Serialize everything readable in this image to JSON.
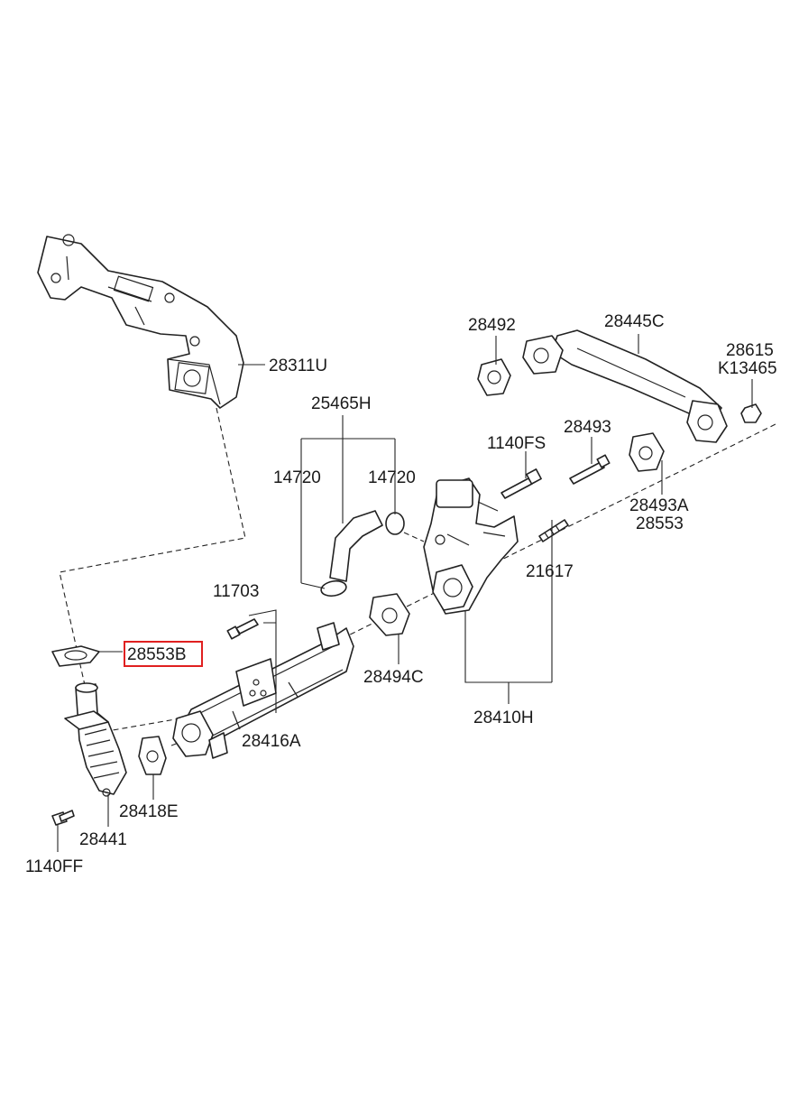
{
  "diagram": {
    "highlight_color": "#e02020",
    "labels": {
      "p28311U": "28311U",
      "p28492": "28492",
      "p28445C": "28445C",
      "p28615": "28615",
      "pK13465": "K13465",
      "p25465H": "25465H",
      "p14720a": "14720",
      "p14720b": "14720",
      "p1140FS": "1140FS",
      "p28493": "28493",
      "p28493A": "28493A",
      "p28553": "28553",
      "p21617": "21617",
      "p11703": "11703",
      "p28553B": "28553B",
      "p28494C": "28494C",
      "p28410H": "28410H",
      "p28416A": "28416A",
      "p28418E": "28418E",
      "p28441": "28441",
      "p1140FF": "1140FF"
    }
  }
}
